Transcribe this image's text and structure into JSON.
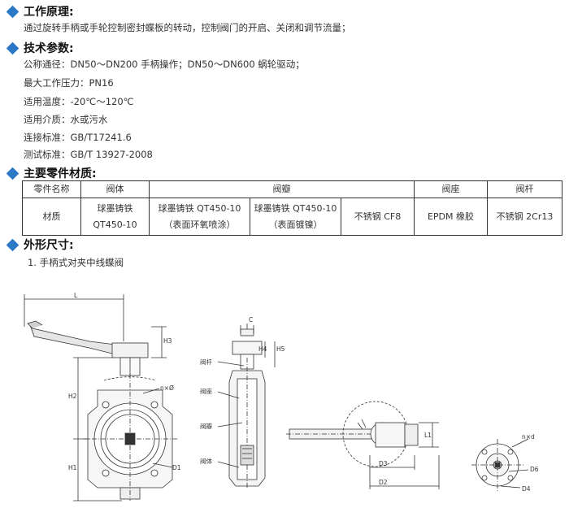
{
  "sections": {
    "principle_title": "工作原理:",
    "principle_text": "通过旋转手柄或手轮控制密封蝶板的转动，控制阀门的开启、关闭和调节流量；",
    "params_title": "技术参数:",
    "params": [
      "公称通径：DN50～DN200 手柄操作；DN50～DN600 蜗轮驱动；",
      "最大工作压力：PN16",
      "适用温度：-20℃～120℃",
      "适用介质：水或污水",
      "连接标准：GB/T17241.6",
      "测试标准：GB/T 13927-2008"
    ],
    "parts_title": "主要零件材质:",
    "dims_title": "外形尺寸:",
    "dims_item": "1. 手柄式对夹中线蝶阀"
  },
  "parts_table": {
    "header": {
      "part_name": "零件名称",
      "body": "阀体",
      "disc": "阀瓣",
      "seat": "阀座",
      "stem": "阀杆"
    },
    "row": {
      "label": "材质",
      "body_line1": "球墨铸铁",
      "body_line2": "QT450-10",
      "disc1_line1": "球墨铸铁 QT450-10",
      "disc1_line2": "（表面环氧喷涂）",
      "disc2_line1": "球墨铸铁 QT450-10",
      "disc2_line2": "（表面镀镍）",
      "disc3": "不锈钢 CF8",
      "seat": "EPDM 橡胶",
      "stem": "不锈钢 2Cr13"
    }
  },
  "drawing_labels": {
    "L": "L",
    "H3": "H3",
    "H2": "H2",
    "H1": "H1",
    "D1": "D1",
    "nphi": "n×Ø",
    "C": "C",
    "H4": "H4",
    "H5": "H5",
    "stem": "阀杆",
    "seat": "阀座",
    "disc": "阀瓣",
    "body": "阀体",
    "L1": "L1",
    "D3": "D3",
    "D2": "D2",
    "nxd": "n×d",
    "D6": "D6",
    "D4": "D4"
  }
}
